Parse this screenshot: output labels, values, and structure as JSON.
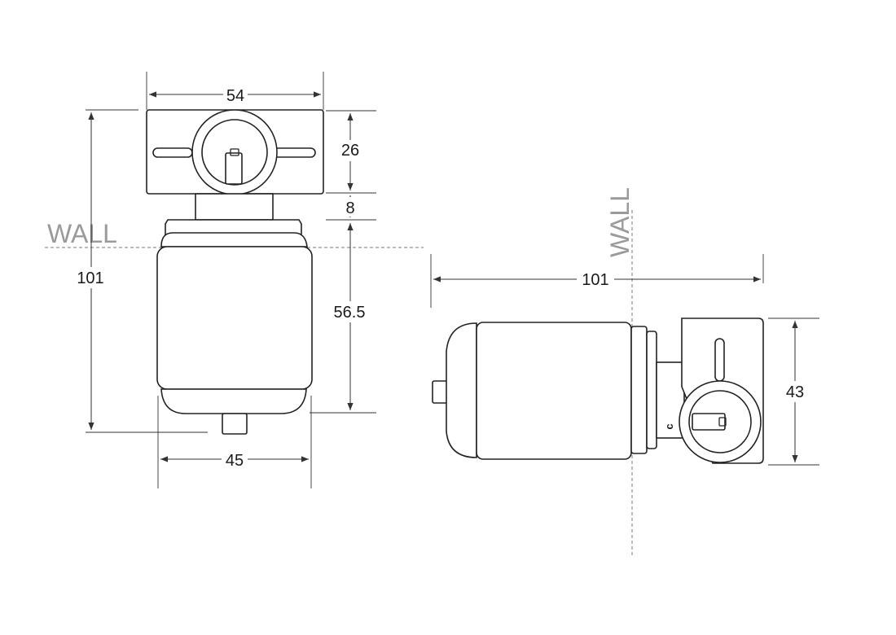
{
  "front_view": {
    "wall_label": "WALL",
    "dim_width_top": "54",
    "dim_height_total": "101",
    "dim_plate_height": "26",
    "dim_neck": "8",
    "dim_body_height": "56.5",
    "dim_body_width": "45"
  },
  "side_view": {
    "wall_label": "WALL",
    "dim_length": "101",
    "dim_height": "43",
    "switch_marker": "c"
  },
  "colors": {
    "stroke": "#222222",
    "wall_text": "#9a9a9a",
    "background": "#ffffff"
  }
}
